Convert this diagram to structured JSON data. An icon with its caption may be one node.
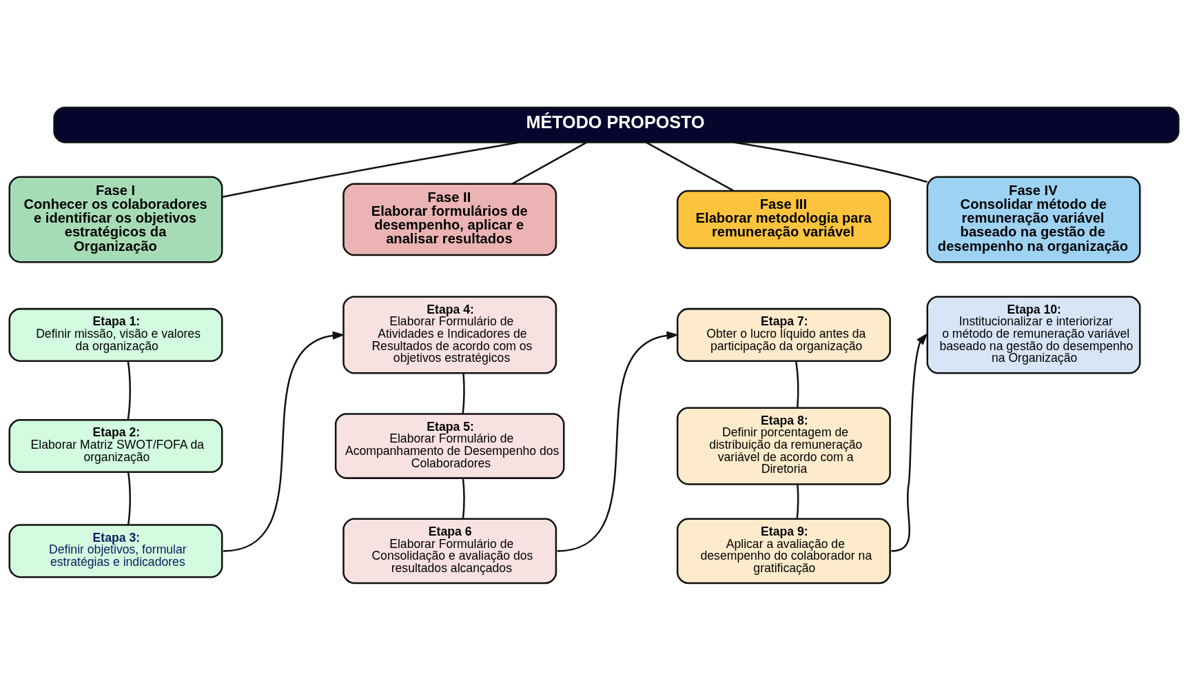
{
  "diagram": {
    "nodes": [
      {
        "text": [
          "MÉTODO PROPOSTO"
        ]
      },
      {
        "text": [
          "Fase I",
          "Conhecer os colaboradores e identificar os objetivos estratégicos da Organização"
        ]
      },
      {
        "text": [
          "Fase II",
          "Elaborar formulários de desempenho, aplicar e analisar resultados"
        ]
      },
      {
        "text": [
          "Fase III",
          "Elaborar metodologia para remuneração variável"
        ]
      },
      {
        "text": [
          "Fase IV",
          "Consolidar método de remuneração variável baseado na gestão de desempenho na organização"
        ]
      },
      {
        "text": [
          "Etapa 1:",
          "Definir missão, visão e valores da organização"
        ]
      },
      {
        "text": [
          "Etapa 2:",
          "Elaborar Matriz SWOT/FOFA da organização"
        ]
      },
      {
        "text": [
          "Etapa 3:",
          "Definir objetivos, formular estratégias e indicadores"
        ]
      },
      {
        "text": [
          "Etapa 4:",
          "Elaborar Formulário de Atividades e Indicadores de Resultados de acordo com os objetivos estratégicos"
        ]
      },
      {
        "text": [
          "Etapa 5:",
          "Elaborar Formulário de Acompanhamento de Desempenho dos Colaboradores"
        ]
      },
      {
        "text": [
          "Etapa 6",
          "Elaborar Formulário de Consolidação e avaliação dos resultados alcançados"
        ]
      },
      {
        "text": [
          "Etapa 7:",
          "Obter o lucro líquido antes da participação da organização"
        ]
      },
      {
        "text": [
          "Etapa 8:",
          "Definir porcentagem de distribuição da remuneração variável de acordo com a Diretoria"
        ]
      },
      {
        "text": [
          "Etapa 9:",
          "Aplicar a avaliação de desempenho do colaborador na gratificação"
        ]
      },
      {
        "text": [
          "Etapa 10:",
          "Institucionalizar e interiorizar o método de remuneração variável baseado na gestão do desempenho na Organização"
        ]
      }
    ],
    "edges": [
      {
        "from": 0,
        "to": 1,
        "arrow": "none"
      },
      {
        "from": 0,
        "to": 2,
        "arrow": "none"
      },
      {
        "from": 0,
        "to": 3,
        "arrow": "none"
      },
      {
        "from": 0,
        "to": 4,
        "arrow": "none"
      },
      {
        "from": 5,
        "to": 6,
        "arrow": "none"
      },
      {
        "from": 6,
        "to": 7,
        "arrow": "none"
      },
      {
        "from": 7,
        "to": 8,
        "arrow": "to"
      },
      {
        "from": 8,
        "to": 9,
        "arrow": "none"
      },
      {
        "from": 9,
        "to": 10,
        "arrow": "none"
      },
      {
        "from": 10,
        "to": 11,
        "arrow": "to"
      },
      {
        "from": 11,
        "to": 12,
        "arrow": "none"
      },
      {
        "from": 12,
        "to": 13,
        "arrow": "none"
      },
      {
        "from": 13,
        "to": 14,
        "arrow": "to"
      }
    ]
  }
}
